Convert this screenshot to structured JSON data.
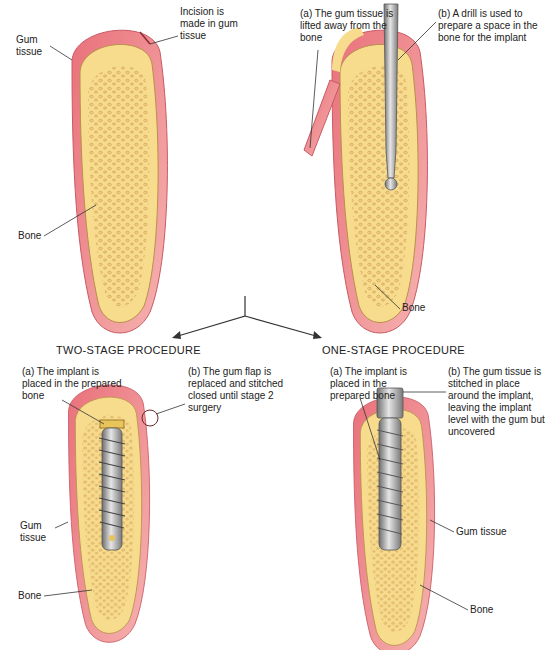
{
  "diagram": {
    "labels": [
      "Incision is made in gum tissue",
      "Gum tissue",
      "Bone",
      "(a) The gum tissue is lifted away from the bone",
      "(b) A drill is used to prepare a space in the bone for the implant",
      "Bone",
      "TWO-STAGE PROCEDURE",
      "ONE-STAGE PROCEDURE",
      "(a) The implant is placed in the prepared bone",
      "(b) The gum flap is replaced and stitched closed until stage 2 surgery",
      "Gum tissue",
      "Bone",
      "(a) The implant is placed in the prepared bone",
      "(b) The gum tissue is stitched in place around the implant, leaving the implant level with the gum but uncovered",
      "Gum tissue",
      "Bone"
    ]
  }
}
